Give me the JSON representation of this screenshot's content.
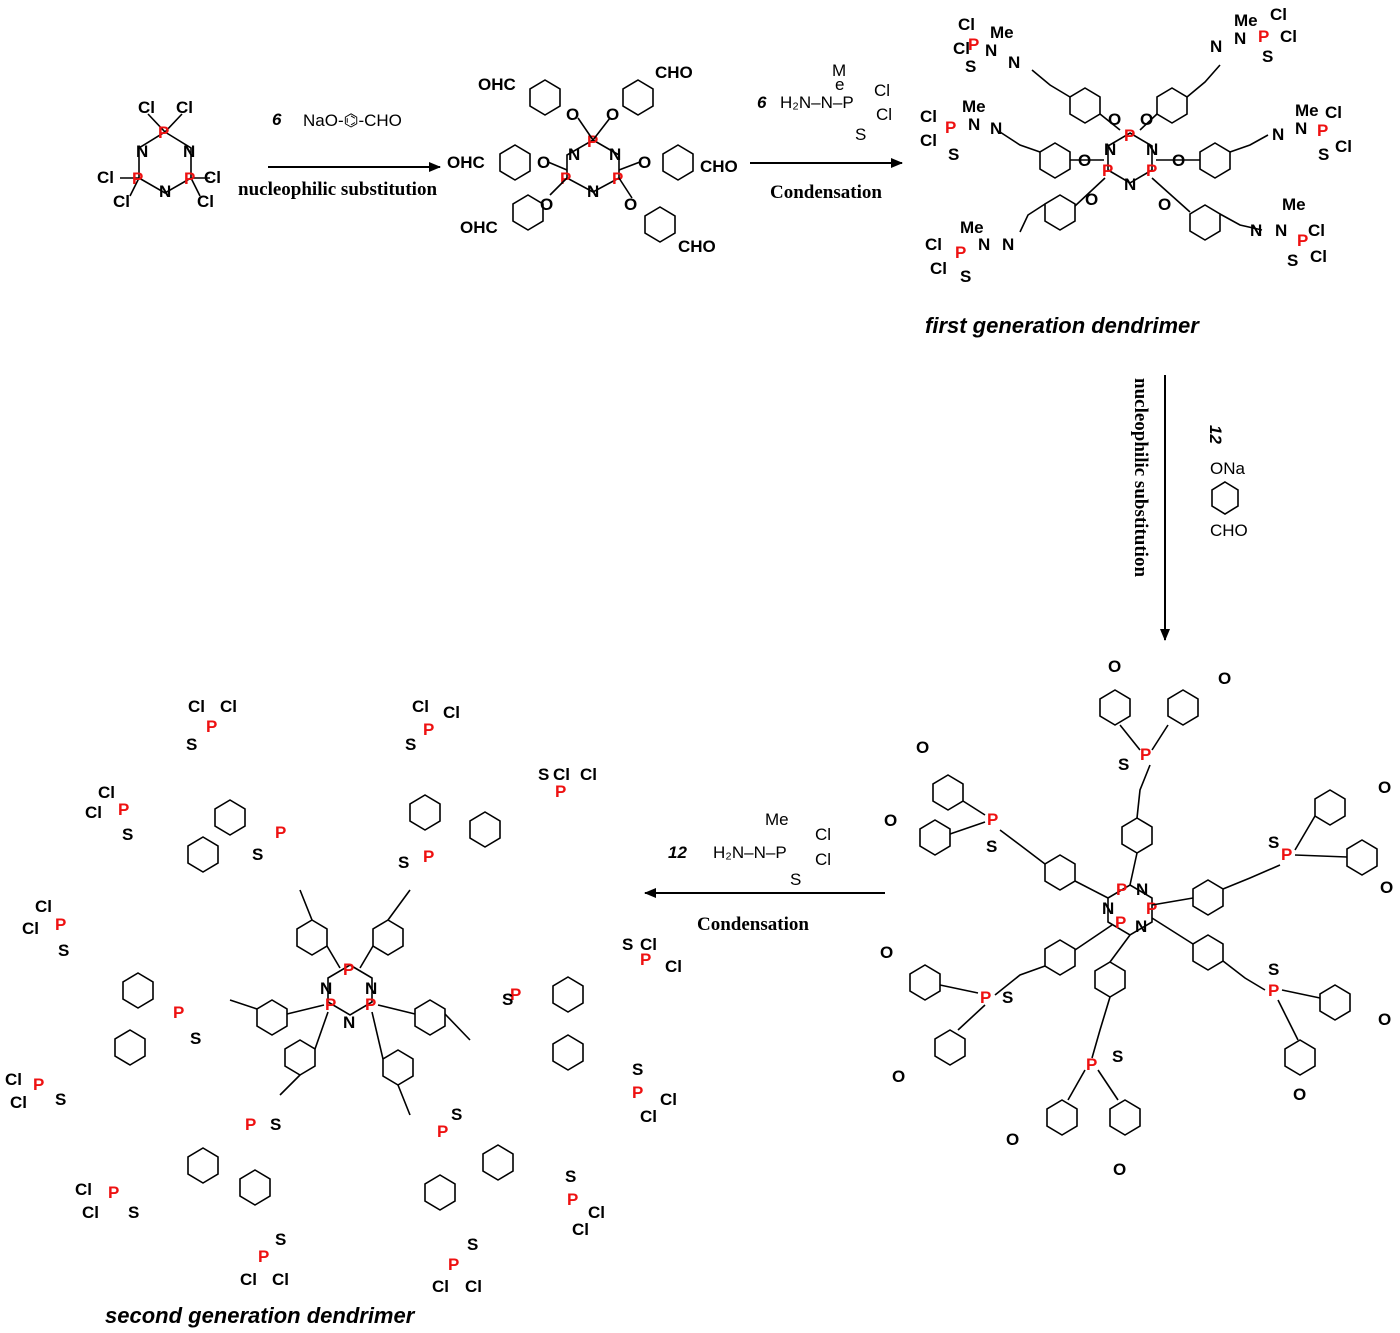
{
  "steps": [
    {
      "count": "6",
      "reagent": "NaO-⌬-CHO",
      "label": "nucleophilic substitution"
    },
    {
      "count": "6",
      "reagent_lines": [
        "M",
        "e",
        "H₂N–N–P",
        "Cl",
        "Cl",
        "S"
      ],
      "label": "Condensation"
    },
    {
      "count": "12",
      "reagent_lines": [
        "ONa",
        "CHO"
      ],
      "label": "nucleophilic substitution"
    },
    {
      "count": "12",
      "reagent_lines": [
        "Me",
        "H₂N–N–P",
        "Cl",
        "Cl",
        "S"
      ],
      "label": "Condensation"
    }
  ],
  "generations": {
    "first": "first generation dendrimer",
    "second": "second generation dendrimer"
  },
  "atoms": {
    "P": "P",
    "N": "N",
    "Cl": "Cl",
    "O": "O",
    "S": "S",
    "Me": "Me",
    "CHO": "CHO",
    "OHC": "OHC",
    "aldehyde_O": "O"
  },
  "colors": {
    "phosphorus": "#ee1111",
    "ink": "#000000",
    "background": "#ffffff"
  }
}
